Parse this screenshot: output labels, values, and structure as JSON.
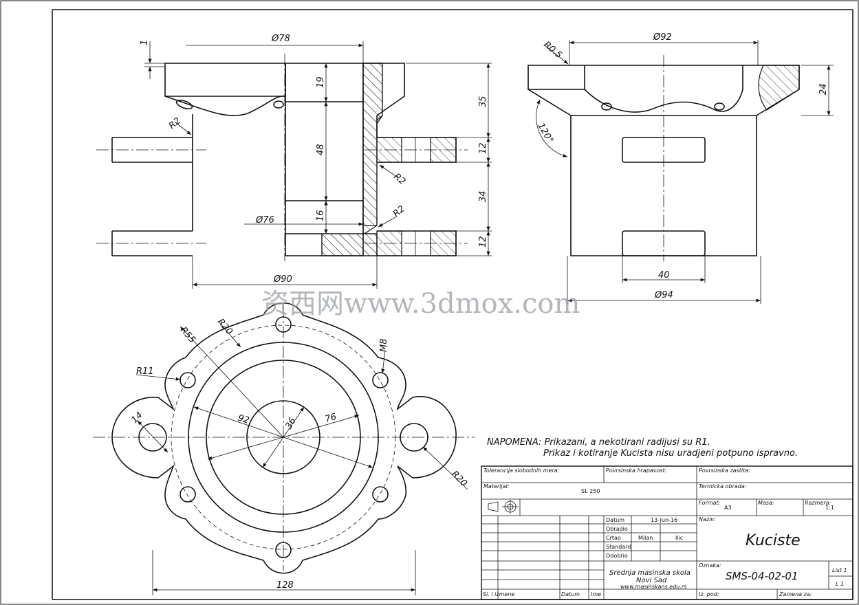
{
  "watermark": "资西网www.3dmox.com",
  "dimensions": {
    "front": {
      "d78": "Ø78",
      "one": "1",
      "r2a": "R2",
      "h35": "35",
      "h12a": "12",
      "h34": "34",
      "h12b": "12",
      "h19": "19",
      "h48": "48",
      "h16": "16",
      "r2b": "R2",
      "r2c": "R2",
      "d76": "Ø76",
      "d90": "Ø90"
    },
    "side": {
      "d92": "Ø92",
      "r05": "R0.5",
      "ang120": "120°",
      "h24": "24",
      "w40": "40",
      "d94": "Ø94"
    },
    "top": {
      "r55": "R55",
      "r20a": "R20",
      "m8": "M8",
      "r11": "R11",
      "d14": "14",
      "d92": "92",
      "d36": "36",
      "d76": "76",
      "r20b": "R20",
      "w128": "128"
    }
  },
  "note": {
    "line1": "NAPOMENA: Prikazani, a nekotirani radijusi su R1.",
    "line2": "Prikaz i kotiranje Kucista nisu uradjeni potpuno ispravno."
  },
  "title_block": {
    "tolerance_label": "Tolerancija slobodnih mera:",
    "roughness_label": "Povrsinska hrapavost:",
    "protection_label": "Povrsinska zastita:",
    "material_label": "Materijal:",
    "material_value": "SL 250",
    "heat_label": "Termicka obrada:",
    "format_label": "Format:",
    "format_value": "A3",
    "mass_label": "Masa:",
    "scale_label": "Razmera:",
    "scale_value": "1:1",
    "datum_label": "Datum",
    "datum_value": "13-Jun-16",
    "obradio_label": "Obradio",
    "crtao_label": "Crtao",
    "crtao_first": "Milan",
    "crtao_last": "Ilic",
    "standard_label": "Standard",
    "odobrio_label": "Odobrio",
    "naziv_label": "Naziv:",
    "naziv_value": "Kuciste",
    "school_line1": "Srednja masinska skola",
    "school_line2": "Novi Sad",
    "school_line3": "www.masinskans.edu.rs",
    "oznaka_label": "Oznaka:",
    "oznaka_value": "SMS-04-02-01",
    "list_label": "List 1",
    "list_count": "L 1",
    "izmene_label": "Si. i izmene",
    "datum2_label": "Datum",
    "ime_label": "Ime",
    "izpod_label": "Iz. pod:",
    "zamena_label": "Zamena za:"
  }
}
